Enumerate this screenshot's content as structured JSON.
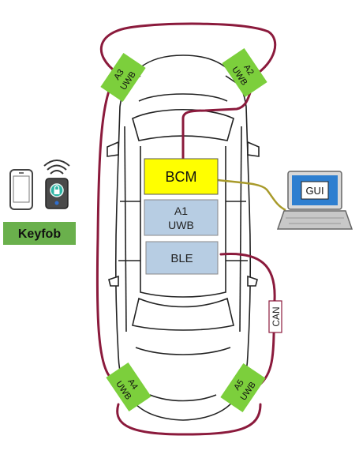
{
  "modules": {
    "bcm": "BCM",
    "a1_line1": "A1",
    "a1_line2": "UWB",
    "ble": "BLE"
  },
  "anchors": {
    "a2": {
      "name": "A2",
      "tech": "UWB"
    },
    "a3": {
      "name": "A3",
      "tech": "UWB"
    },
    "a4": {
      "name": "A4",
      "tech": "UWB"
    },
    "a5": {
      "name": "A5",
      "tech": "UWB"
    }
  },
  "keyfob_label": "Keyfob",
  "gui_label": "GUI",
  "bus_label": "CAN",
  "colors": {
    "bus_wire": "#8b1a3c",
    "gui_wire": "#a89a2a",
    "anchor_fill": "#7ccf3c",
    "bcm_fill": "#ffff00",
    "module_fill": "#b7cde3",
    "keyfob_fill": "#6ab04c",
    "laptop_screen": "#2e7fd0"
  }
}
